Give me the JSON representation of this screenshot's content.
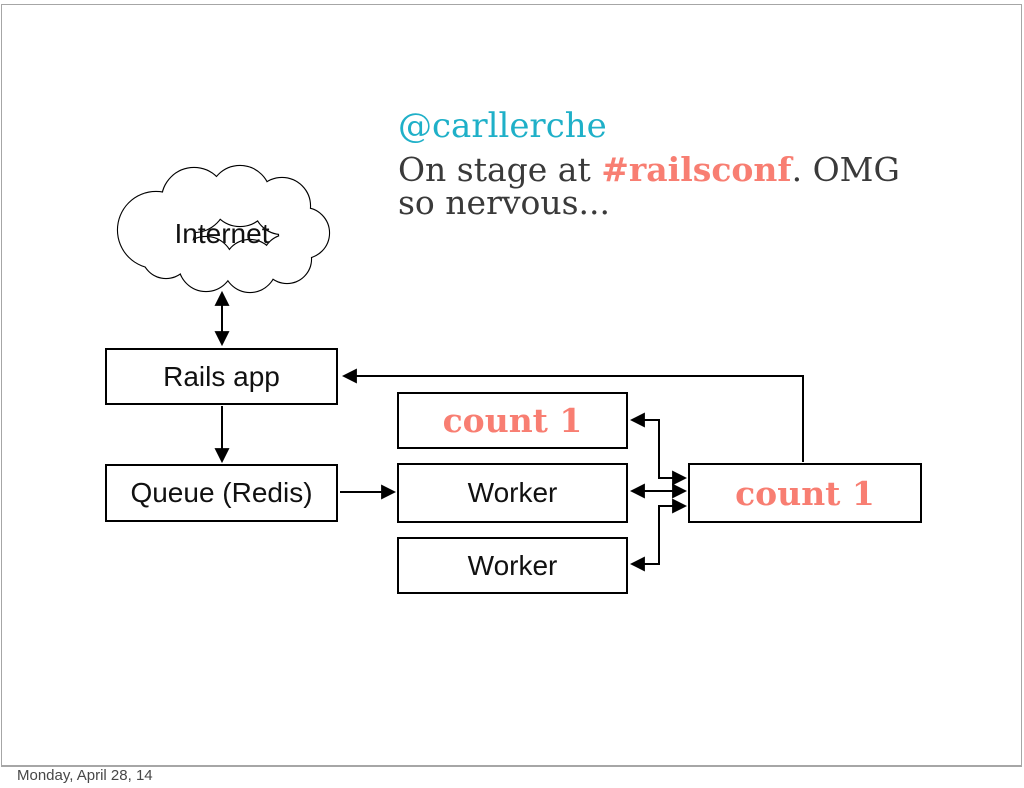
{
  "slide": {
    "tweet": {
      "handle": "@carllerche",
      "body_before": "On stage at ",
      "body_hashtag": "#railsconf",
      "body_after": ". OMG",
      "body_line2": "so nervous..."
    },
    "diagram": {
      "cloud_label": "Internet",
      "rails_label": "Rails app",
      "queue_label": "Queue (Redis)",
      "worker1_label": "Worker",
      "worker2_label": "Worker",
      "count_top_label": "count 1",
      "count_right_label": "count 1"
    },
    "footer": "Monday, April 28, 14",
    "colors": {
      "handle": "#1fb0c8",
      "accent": "#f87e72",
      "text": "#3a3a3a"
    }
  }
}
